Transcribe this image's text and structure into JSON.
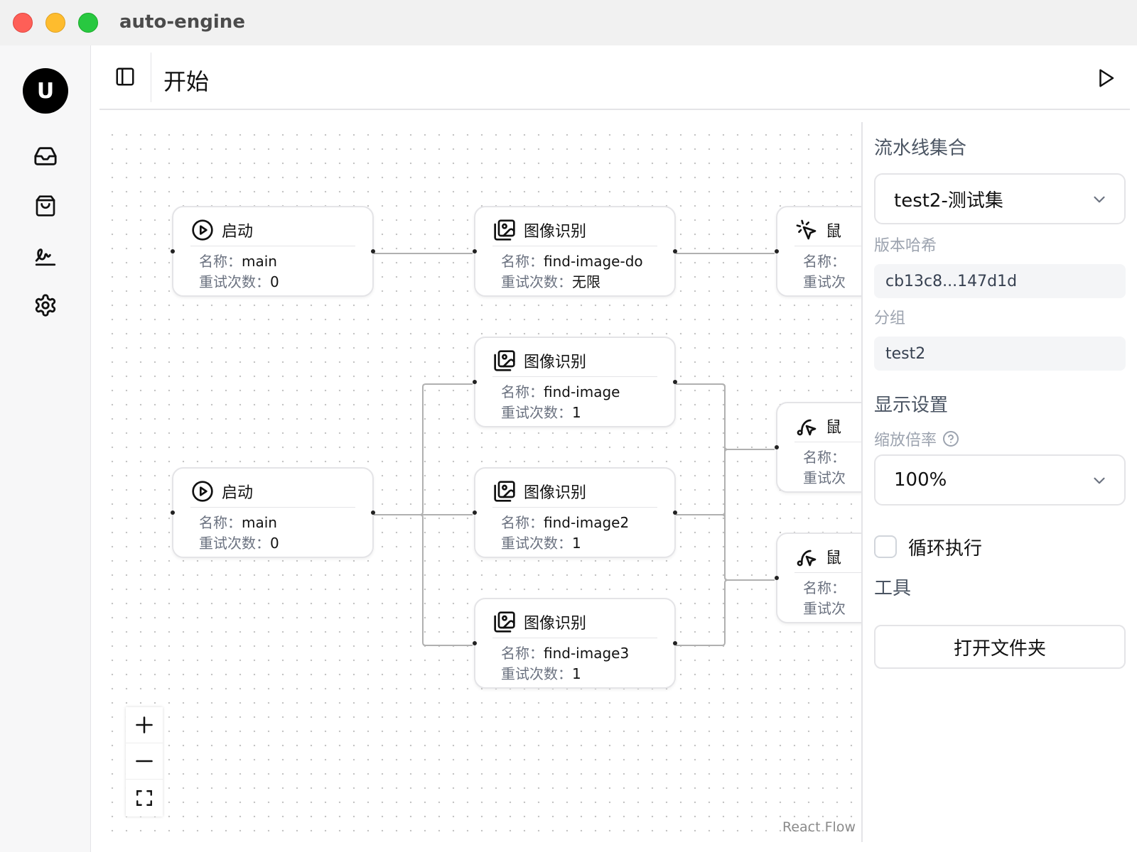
{
  "app": {
    "title": "auto-engine"
  },
  "sidebar": {
    "avatar_letter": "U",
    "icons": [
      "inbox-icon",
      "shopping-bag-icon",
      "signature-icon",
      "settings-icon"
    ]
  },
  "header": {
    "title": "开始"
  },
  "nodes": [
    {
      "id": "start-1",
      "type": "start",
      "icon": "play-circle-icon",
      "title": "启动",
      "name_label": "名称：",
      "name": "main",
      "retry_label": "重试次数：",
      "retry": "0"
    },
    {
      "id": "img-do",
      "type": "image",
      "icon": "image-recognition-icon",
      "title": "图像识别",
      "name_label": "名称：",
      "name": "find-image-do",
      "retry_label": "重试次数：",
      "retry": "无限"
    },
    {
      "id": "mouse-1",
      "type": "mouse",
      "icon": "mouse-click-icon",
      "title": "鼠",
      "name_label": "名称：",
      "name": "",
      "retry_label": "重试次",
      "retry": ""
    },
    {
      "id": "img-1",
      "type": "image",
      "icon": "image-recognition-icon",
      "title": "图像识别",
      "name_label": "名称：",
      "name": "find-image",
      "retry_label": "重试次数：",
      "retry": "1"
    },
    {
      "id": "mouse-2",
      "type": "mouse",
      "icon": "mouse-move-icon",
      "title": "鼠",
      "name_label": "名称：",
      "name": "",
      "retry_label": "重试次",
      "retry": ""
    },
    {
      "id": "start-2",
      "type": "start",
      "icon": "play-circle-icon",
      "title": "启动",
      "name_label": "名称：",
      "name": "main",
      "retry_label": "重试次数：",
      "retry": "0"
    },
    {
      "id": "img-2",
      "type": "image",
      "icon": "image-recognition-icon",
      "title": "图像识别",
      "name_label": "名称：",
      "name": "find-image2",
      "retry_label": "重试次数：",
      "retry": "1"
    },
    {
      "id": "mouse-3",
      "type": "mouse",
      "icon": "mouse-move-icon",
      "title": "鼠",
      "name_label": "名称：",
      "name": "",
      "retry_label": "重试次",
      "retry": ""
    },
    {
      "id": "img-3",
      "type": "image",
      "icon": "image-recognition-icon",
      "title": "图像识别",
      "name_label": "名称：",
      "name": "find-image3",
      "retry_label": "重试次数：",
      "retry": "1"
    }
  ],
  "canvas": {
    "attribution": "React Flow",
    "controls": [
      "zoom-in",
      "zoom-out",
      "fit-view"
    ]
  },
  "panel": {
    "pipeline_heading": "流水线集合",
    "pipeline_value": "test2-测试集",
    "hash_label": "版本哈希",
    "hash_value": "cb13c8...147d1d",
    "group_label": "分组",
    "group_value": "test2",
    "display_heading": "显示设置",
    "zoom_label": "缩放倍率",
    "zoom_value": "100%",
    "loop_label": "循环执行",
    "loop_checked": false,
    "tools_heading": "工具",
    "open_folder": "打开文件夹"
  }
}
